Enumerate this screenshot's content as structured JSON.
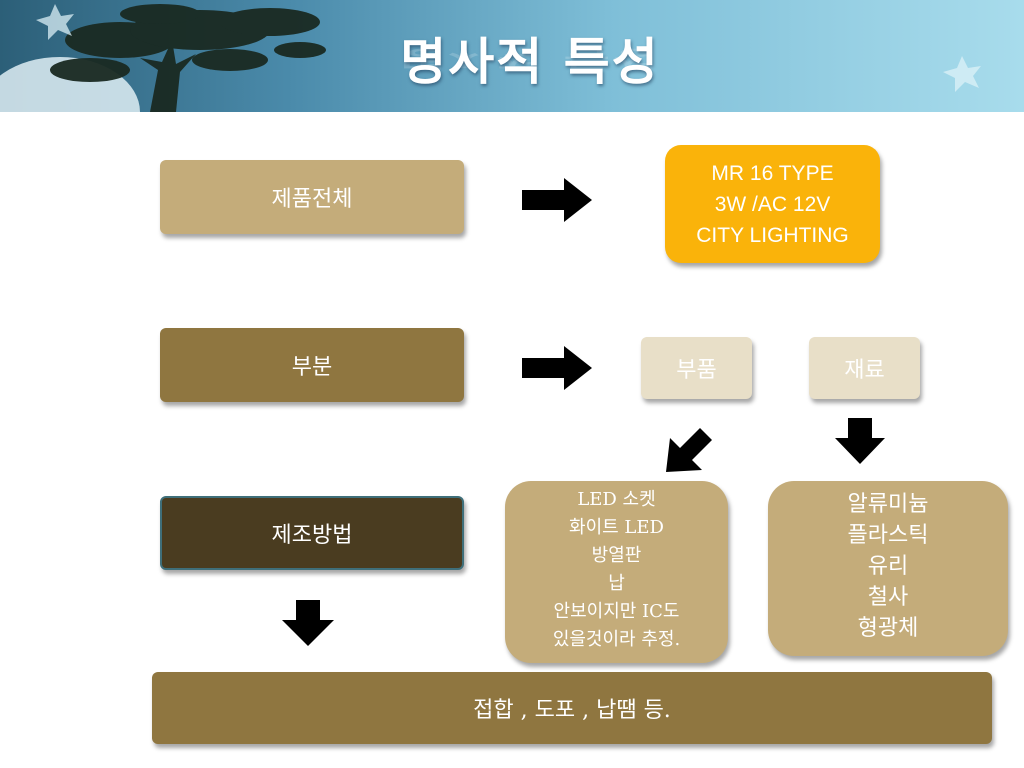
{
  "header": {
    "title": "명사적 특성"
  },
  "diagram": {
    "whole_label": "제품전체",
    "part_label": "부분",
    "method_label": "제조방법",
    "product_lines": [
      "MR 16 TYPE",
      "3W /AC 12V",
      "CITY LIGHTING"
    ],
    "parts_label": "부품",
    "material_label": "재료",
    "parts_list": [
      "LED 소켓",
      "화이트 LED",
      "방열판",
      "납",
      "안보이지만 IC도",
      "있을것이라 추정."
    ],
    "materials_list": [
      "알류미늄",
      "플라스틱",
      "유리",
      "철사",
      "형광체"
    ],
    "method_result": "접합 , 도포 , 납땜 등."
  },
  "colors": {
    "light_tan": "#c4ac7a",
    "brown": "#8f7640",
    "dark_brown": "#4a3c20",
    "orange": "#fab30a",
    "cream": "#e8dfc8",
    "arrow": "#000000"
  }
}
